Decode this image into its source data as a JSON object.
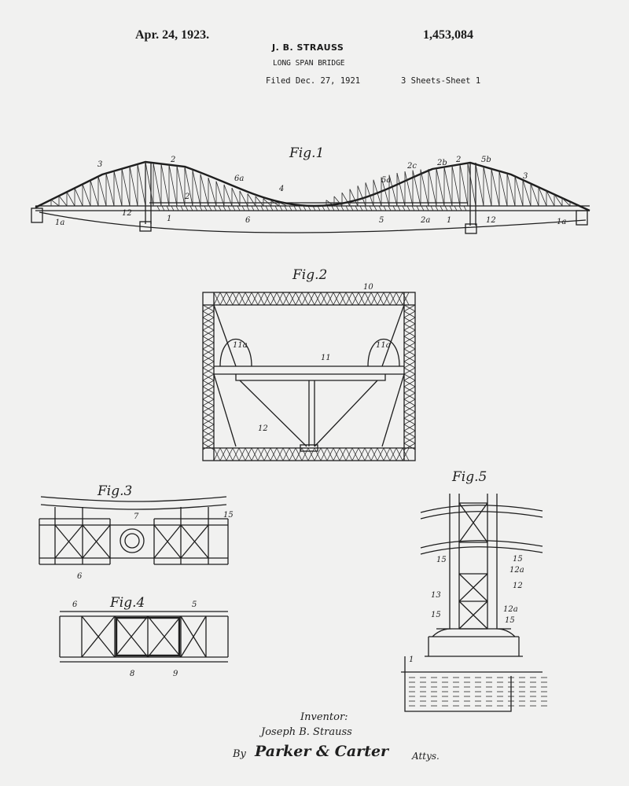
{
  "header": {
    "date": "Apr. 24, 1923.",
    "patent_number": "1,453,084",
    "inventor": "J. B. STRAUSS",
    "title": "LONG SPAN BRIDGE",
    "filed": "Filed Dec. 27, 1921",
    "sheets": "3 Sheets-Sheet 1"
  },
  "figures": {
    "fig1": {
      "title": "Fig.1",
      "labels": [
        "3",
        "2",
        "6a",
        "4",
        "5a",
        "2c",
        "2b",
        "2",
        "5b",
        "3",
        "1a",
        "12",
        "2",
        "1",
        "6",
        "5",
        "2a",
        "1",
        "12",
        "1a"
      ]
    },
    "fig2": {
      "title": "Fig.2",
      "labels": [
        "10",
        "11a",
        "11",
        "11a",
        "12"
      ]
    },
    "fig3": {
      "title": "Fig.3",
      "labels": [
        "7",
        "15",
        "6"
      ]
    },
    "fig4": {
      "title": "Fig.4",
      "labels": [
        "6",
        "5",
        "8",
        "9"
      ]
    },
    "fig5": {
      "title": "Fig.5",
      "labels": [
        "15",
        "12a",
        "15",
        "13",
        "12",
        "12a",
        "15",
        "15",
        "1"
      ]
    }
  },
  "signature": {
    "inventor_label": "Inventor:",
    "inventor_name": "Joseph B. Strauss",
    "by": "By",
    "attorneys": "Parker & Carter",
    "attys": "Attys."
  }
}
